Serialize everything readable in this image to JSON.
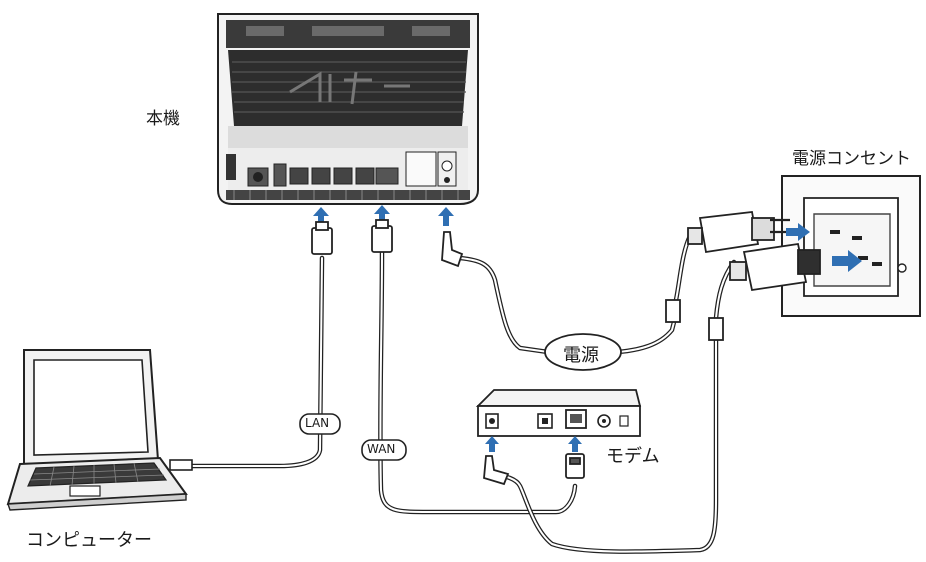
{
  "labels": {
    "router": "本機",
    "outlet": "電源コンセント",
    "power": "電源",
    "lan": "LAN",
    "wan": "WAN",
    "modem": "モデム",
    "computer": "コンピューター"
  },
  "colors": {
    "line": "#222222",
    "cable": "#9a9a9a",
    "arrow": "#2f6fb3"
  }
}
